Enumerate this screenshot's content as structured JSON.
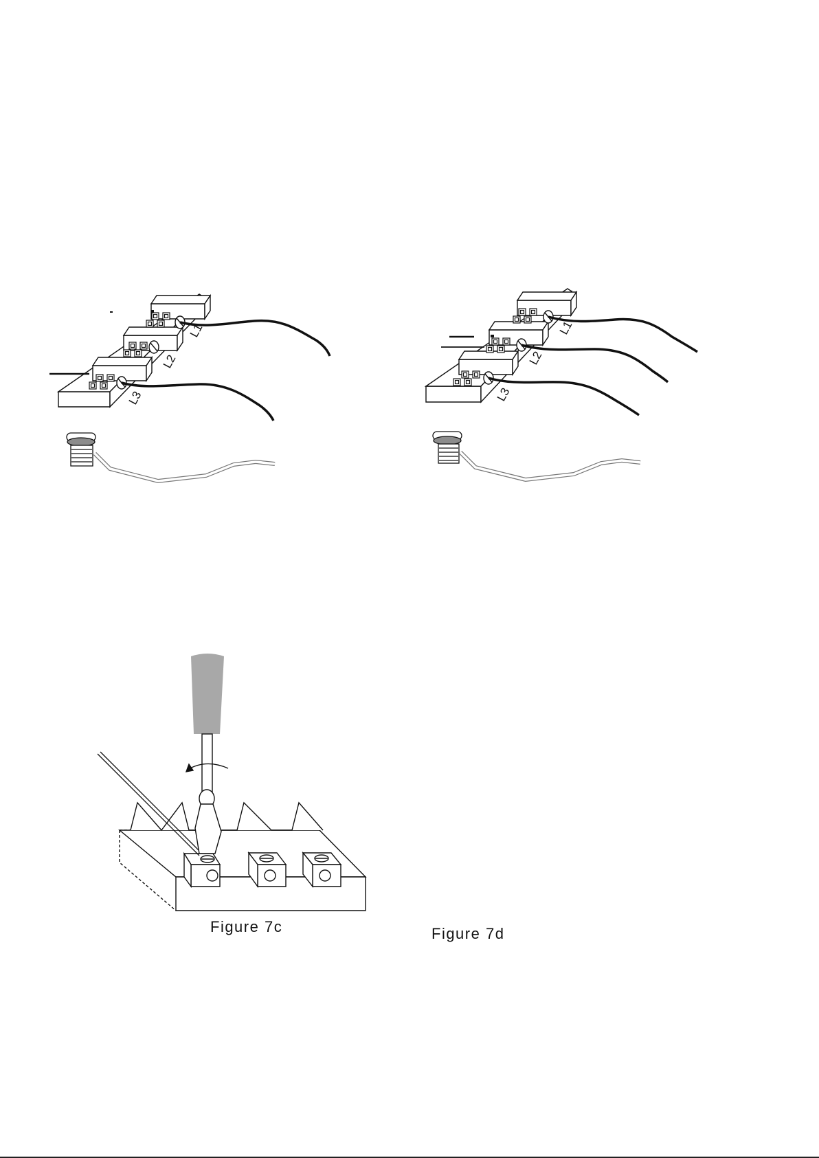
{
  "figures": {
    "top_left": {
      "labels": [
        "L1",
        "L2",
        "L3"
      ],
      "terminal_glyph": "o"
    },
    "top_right": {
      "labels": [
        "L1",
        "L2",
        "L3"
      ],
      "terminal_glyph": "o"
    },
    "bottom_left": {
      "caption": "Figure 7c"
    },
    "bottom_right": {
      "caption": "Figure 7d"
    }
  },
  "colors": {
    "line": "#111111",
    "grip": "#a8a8a8",
    "screw_head": "#8c8c8c",
    "paper": "#ffffff"
  }
}
